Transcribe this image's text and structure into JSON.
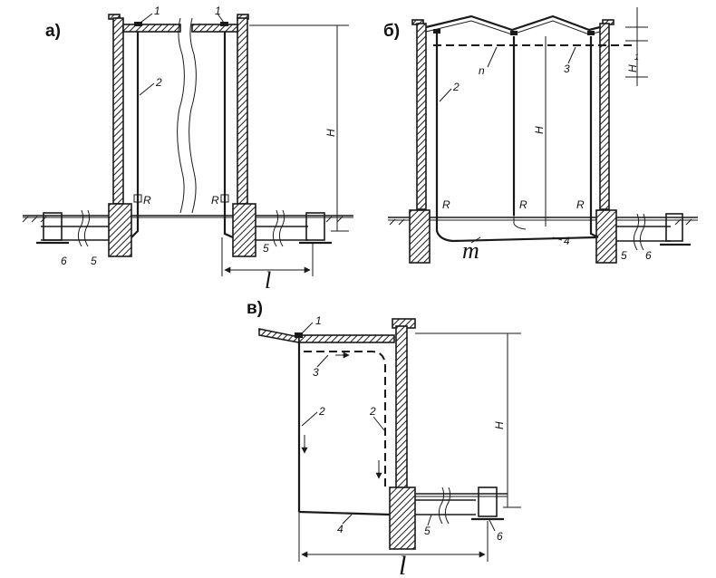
{
  "panels": {
    "a": {
      "label": "а)",
      "labels": {
        "n1_left": "1",
        "n1_right": "1",
        "n2": "2",
        "R_left": "R",
        "R_right": "R",
        "H": "H",
        "n5_left": "5",
        "n5_right": "5",
        "n6": "6",
        "l": "l"
      }
    },
    "b": {
      "label": "б)",
      "labels": {
        "n2": "2",
        "n_letter": "n",
        "n3": "3",
        "H": "H",
        "H1": "H",
        "H1_sub": "1",
        "R1": "R",
        "R2": "R",
        "R3": "R",
        "m": "m",
        "n4": "4",
        "n5": "5",
        "n6": "6"
      }
    },
    "c": {
      "label": "в)",
      "labels": {
        "n1": "1",
        "n3": "3",
        "n2_left": "2",
        "n2_right": "2",
        "H": "H",
        "n4": "4",
        "n5": "5",
        "n6": "6",
        "l": "l"
      }
    }
  }
}
